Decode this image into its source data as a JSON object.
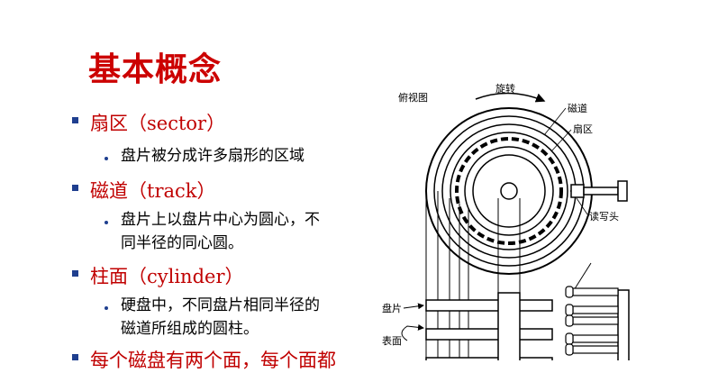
{
  "slide": {
    "title": "基本概念",
    "items": [
      {
        "heading": "扇区（sector）",
        "detail": "盘片被分成许多扇形的区域"
      },
      {
        "heading": "磁道（track）",
        "detail": "盘片上以盘片中心为圆心，不\n同半径的同心圆。"
      },
      {
        "heading": "柱面（cylinder）",
        "detail": "硬盘中，不同盘片相同半径的\n磁道所组成的圆柱。"
      },
      {
        "heading": "每个磁盘有两个面，每个面都"
      }
    ]
  },
  "diagram": {
    "labels": {
      "top_view": "俯视图",
      "rotation": "旋转",
      "track": "磁道",
      "sector": "扇区",
      "head": "读写头",
      "platter": "盘片",
      "surface": "表面"
    }
  }
}
